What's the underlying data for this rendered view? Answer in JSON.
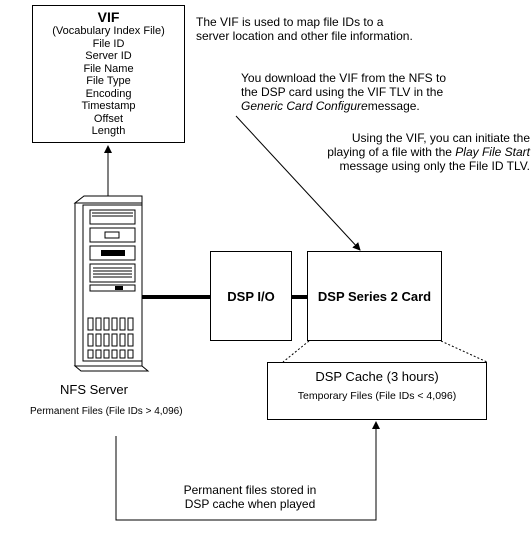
{
  "vif": {
    "title": "VIF",
    "fields": [
      "(Vocabulary Index File)",
      "File ID",
      "Server ID",
      "File Name",
      "File Type",
      "Encoding",
      "Timestamp",
      "Offset",
      "Length"
    ]
  },
  "notes": {
    "note1": [
      "The VIF is used to map file IDs to a",
      "server location and other file information."
    ],
    "note2_line1": "You download the VIF from the NFS to",
    "note2_line2": "the DSP card using the VIF TLV in the",
    "note2_line3_italic": "Generic Card Configure",
    "note2_line3_rest": "message.",
    "note3_line1": "Using the VIF, you can initiate the",
    "note3_line2_pre": "playing of a file with the ",
    "note3_line2_italic": "Play File Start",
    "note3_line3": "message using only the File ID TLV."
  },
  "dsp_io": {
    "label": "DSP I/O"
  },
  "dsp_card": {
    "label": "DSP Series 2 Card"
  },
  "dsp_cache": {
    "title": "DSP Cache (3 hours)",
    "subtitle": "Temporary Files (File IDs < 4,096)"
  },
  "nfs": {
    "label": "NFS Server",
    "subtitle": "Permanent Files (File IDs > 4,096)"
  },
  "bottom_note": {
    "line1": "Permanent files stored in",
    "line2": "DSP cache when played"
  }
}
